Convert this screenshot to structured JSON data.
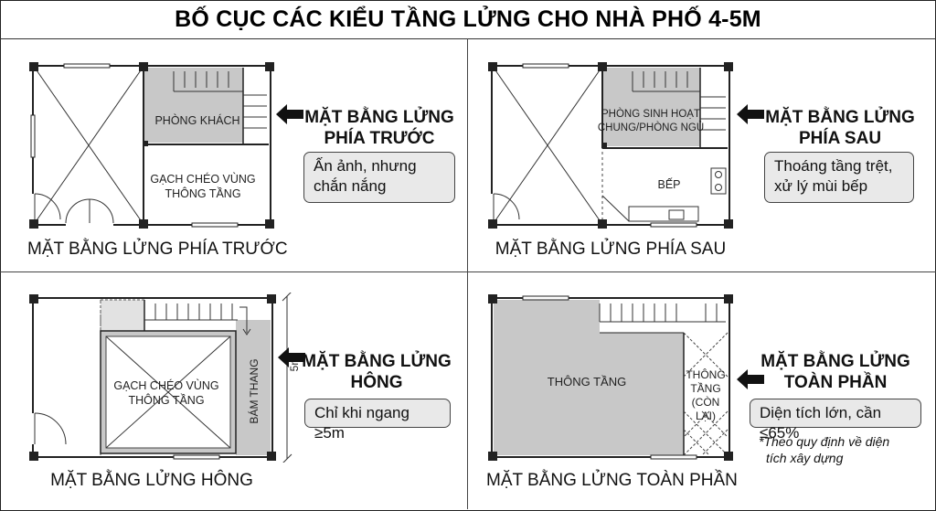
{
  "title": "BỐ CỤC CÁC KIỂU TẦNG LỬNG CHO NHÀ PHỐ 4-5M",
  "panels": {
    "front": {
      "heading_line1": "MẶT BẰNG LỬNG",
      "heading_line2": "PHÍA TRƯỚC",
      "note_line1": "Ấn ảnh, nhưng",
      "note_line2": "chắn nắng",
      "caption": "MẶT BẰNG LỬNG PHÍA TRƯỚC",
      "room1": "PHÒNG KHÁCH",
      "room2_line1": "GẠCH CHÉO VÙNG",
      "room2_line2": "THÔNG TẦNG"
    },
    "rear": {
      "heading_line1": "MẶT BẰNG LỬNG",
      "heading_line2": "PHÍA SAU",
      "note_line1": "Thoáng tầng trệt,",
      "note_line2": "xử lý mùi bếp",
      "caption": "MẶT BẰNG LỬNG PHÍA SAU",
      "room1_line1": "PHÒNG SINH HOẠT",
      "room1_line2": "CHUNG/PHÒNG NGỦ",
      "room2": "BẾP"
    },
    "side": {
      "heading_line1": "MẶT BẰNG LỬNG",
      "heading_line2": "HÔNG",
      "note": "Chỉ khi ngang ≥5m",
      "caption": "MẶT BẰNG LỬNG HÔNG",
      "room1_line1": "GẠCH CHÉO VÙNG",
      "room1_line2": "THÔNG TẦNG",
      "room2": "BÁM THANG",
      "dimension": "5m"
    },
    "full": {
      "heading_line1": "MẶT BẰNG LỬNG",
      "heading_line2": "TOÀN PHẦN",
      "note": "Diện tích lớn, cần ≤65%",
      "footnote_line1": "*Theo quy định về diện",
      "footnote_line2": "tích xây dựng",
      "caption": "MẶT BẰNG LỬNG TOÀN PHẦN",
      "room1": "THÔNG TẦNG",
      "room2_line1": "THÔNG",
      "room2_line2": "TẦNG",
      "room2_line3": "(CÒN",
      "room2_line4": "LẠI)"
    }
  },
  "colors": {
    "shade": "#c8c8c8",
    "wall": "#222222"
  }
}
